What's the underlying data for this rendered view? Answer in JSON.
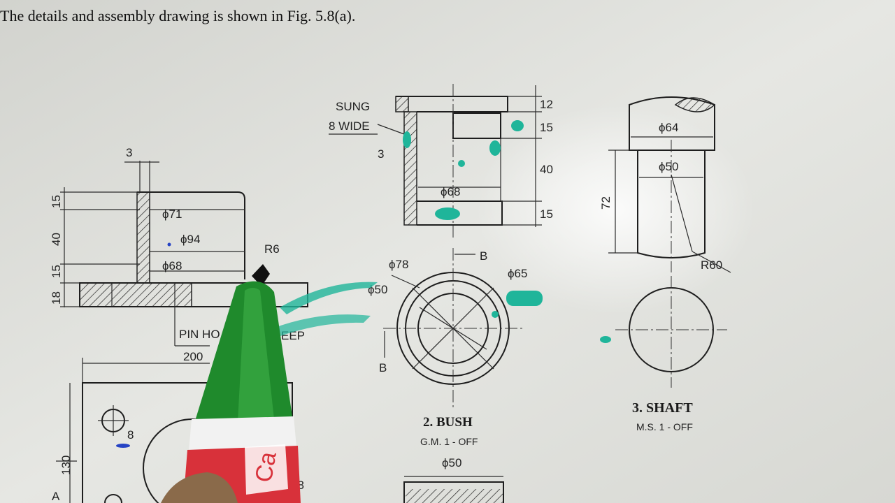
{
  "heading": "The details and assembly drawing is shown in Fig. 5.8(a).",
  "part1": {
    "dims": {
      "d3": "3",
      "d15a": "15",
      "d40": "40",
      "d15b": "15",
      "d18": "18",
      "phi71": "ϕ71",
      "phi94": "ϕ94",
      "phi68": "ϕ68",
      "r6": "R6",
      "pin_left": "PIN HO",
      "pin_right": "EEP",
      "d200": "200",
      "d8": "8",
      "d130": "130",
      "d28": "28",
      "a": "A"
    }
  },
  "bush": {
    "dims": {
      "sung1": "SUNG",
      "sung2": "8 WIDE",
      "d12": "12",
      "d15a": "15",
      "d40": "40",
      "d15b": "15",
      "d3": "3",
      "phi68": "ϕ68",
      "b_top": "B",
      "b_bottom": "B",
      "phi78": "ϕ78",
      "phi65": "ϕ65",
      "phi50": "ϕ50",
      "phi50_low": "ϕ50"
    },
    "title": "2. BUSH",
    "material": "G.M. 1 - OFF"
  },
  "shaft": {
    "dims": {
      "phi64": "ϕ64",
      "phi50": "ϕ50",
      "d72": "72",
      "r60": "R60"
    },
    "title": "3. SHAFT",
    "material": "M.S. 1 - OFF"
  },
  "marker": {
    "label": "Ca",
    "body_color": "#1f8a2c",
    "band_color": "#d8313a"
  },
  "ink_color": "#1fb59a"
}
